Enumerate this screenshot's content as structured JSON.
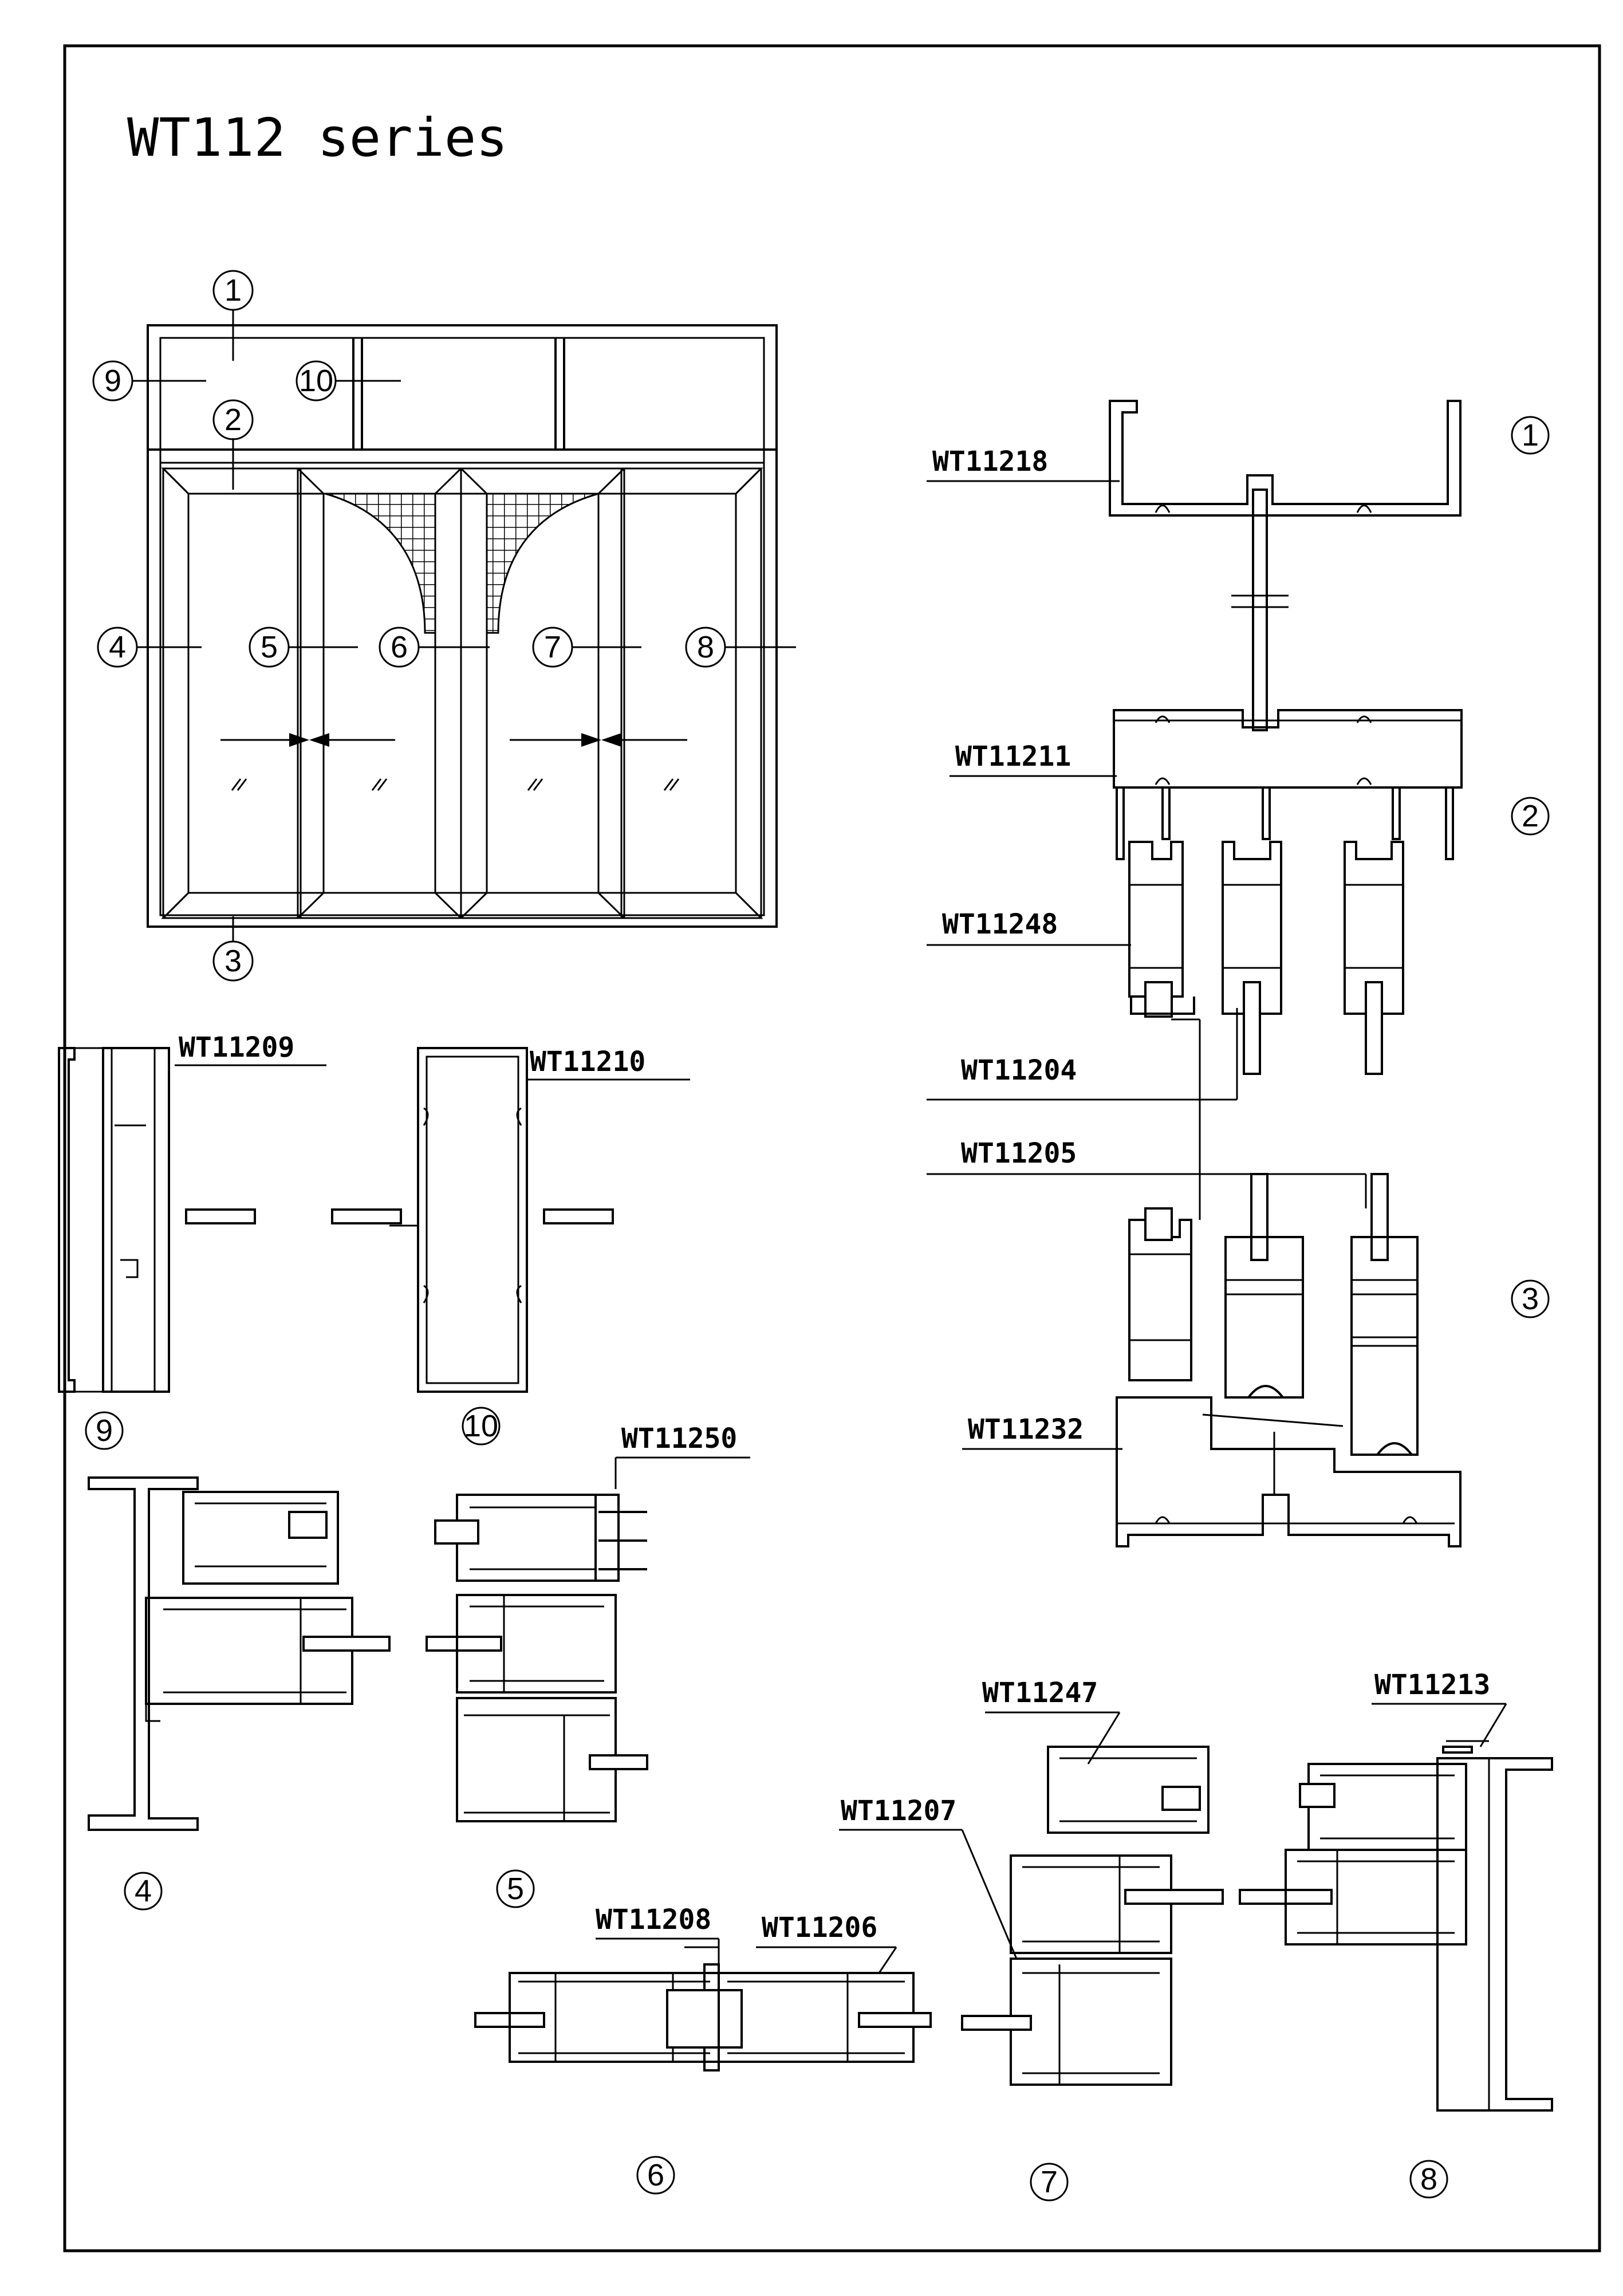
{
  "title": "WT112 series",
  "elevation_callouts": [
    "1",
    "2",
    "3",
    "4",
    "5",
    "6",
    "7",
    "8",
    "9",
    "10"
  ],
  "section_numbers": {
    "s1": "1",
    "s2": "2",
    "s3": "3",
    "s4": "4",
    "s5": "5",
    "s6": "6",
    "s7": "7",
    "s8": "8",
    "s9": "9",
    "s10": "10"
  },
  "profiles": {
    "p18": "WT11218",
    "p11": "WT11211",
    "p48": "WT11248",
    "p04": "WT11204",
    "p05": "WT11205",
    "p32": "WT11232",
    "p09": "WT11209",
    "p10": "WT11210",
    "p50": "WT11250",
    "p47": "WT11247",
    "p13": "WT11213",
    "p07": "WT11207",
    "p08": "WT11208",
    "p06": "WT11206"
  },
  "colors": {
    "line": "#000000",
    "background": "#ffffff"
  }
}
